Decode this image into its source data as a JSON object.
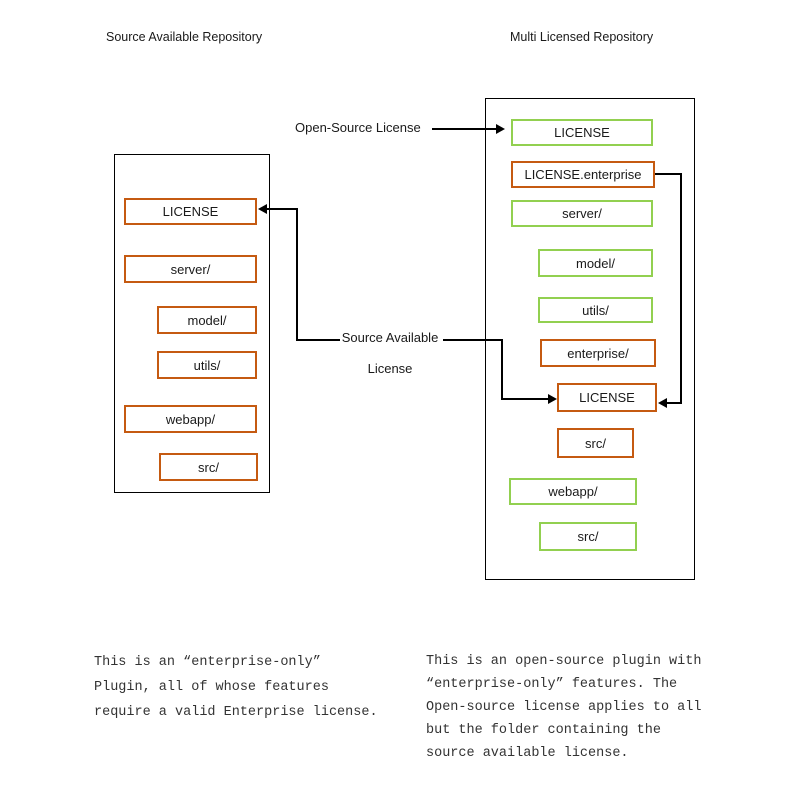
{
  "left_repo": {
    "title": "Source Available Repository",
    "folders": [
      "LICENSE",
      "server/",
      "model/",
      "utils/",
      "webapp/",
      "src/"
    ],
    "caption_lines": [
      "This is an “enterprise-only”",
      "Plugin, all of whose features",
      "require a valid Enterprise license."
    ]
  },
  "right_repo": {
    "title": "Multi Licensed Repository",
    "folders": [
      "LICENSE",
      "LICENSE.enterprise",
      "server/",
      "model/",
      "utils/",
      "enterprise/",
      "LICENSE",
      "src/",
      "webapp/",
      "src/"
    ],
    "caption_lines": [
      "This is an open-source plugin with",
      "“enterprise-only” features. The",
      "Open-source license applies to all",
      "but the folder containing the",
      "source available license."
    ]
  },
  "connector_labels": {
    "open_source": "Open-Source License",
    "source_available_line1": "Source Available",
    "source_available_line2": "License"
  },
  "colors": {
    "open_source_border": "#92D050",
    "source_available_border": "#C55A11",
    "container_border": "#000000",
    "connector_line": "#000000"
  }
}
